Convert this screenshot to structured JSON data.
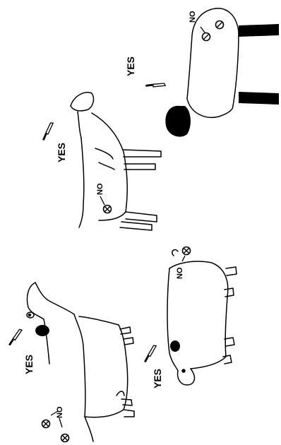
{
  "figure": {
    "panels": [
      {
        "animal": "cow",
        "yes_label": "YES",
        "no_label": "NO"
      },
      {
        "animal": "pig",
        "yes_label": "YES",
        "no_label": "NO"
      },
      {
        "animal": "goat",
        "yes_label": "YES",
        "no_label": "NO"
      },
      {
        "animal": "sheep",
        "yes_label": "YES",
        "no_label": "NO"
      }
    ]
  },
  "icons": {
    "knife": "knife-icon",
    "no_mark": "crossed-circle-icon"
  },
  "colors": {
    "ink": "#000000",
    "paper": "#ffffff"
  }
}
